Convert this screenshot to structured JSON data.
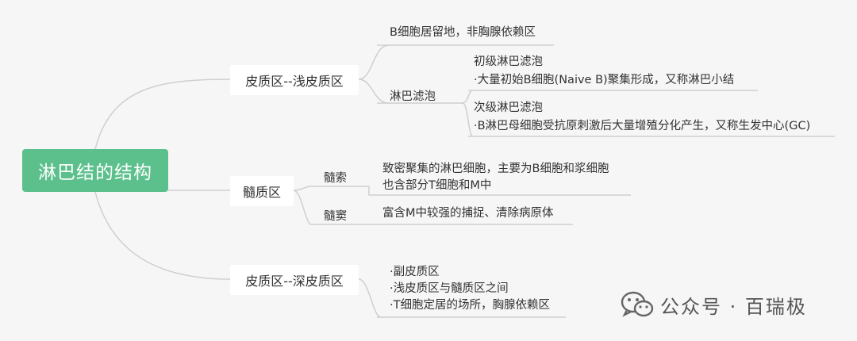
{
  "root": {
    "label": "淋巴结的结构"
  },
  "branches": {
    "superficial": {
      "label": "皮质区--浅皮质区",
      "item1": "B细胞居留地，非胸腺依赖区",
      "follicle": {
        "label": "淋巴滤泡",
        "primary": {
          "title": "初级淋巴滤泡",
          "desc": "·大量初始B细胞(Naive B)聚集形成，又称淋巴小结"
        },
        "secondary": {
          "title": "次级淋巴滤泡",
          "desc": "·B淋巴母细胞受抗原刺激后大量增殖分化产生，又称生发中心(GC)"
        }
      }
    },
    "medulla": {
      "label": "髓质区",
      "cord": {
        "label": "髓索",
        "line1": "致密聚集的淋巴细胞，主要为B细胞和浆细胞",
        "line2": "也含部分T细胞和M中"
      },
      "sinus": {
        "label": "髓窦",
        "text": "富含M中较强的捕捉、清除病原体"
      }
    },
    "deep": {
      "label": "皮质区--深皮质区",
      "lines": [
        "·副皮质区",
        "·浅皮质区与髓质区之间",
        "·T细胞定居的场所，胸腺依赖区"
      ]
    }
  },
  "watermark": {
    "text": "公众号 · 百瑞极",
    "icon": "wechat-icon"
  },
  "colors": {
    "root": "#5cc08c",
    "line": "#cfcfcf",
    "background": "#f6f6f6"
  }
}
